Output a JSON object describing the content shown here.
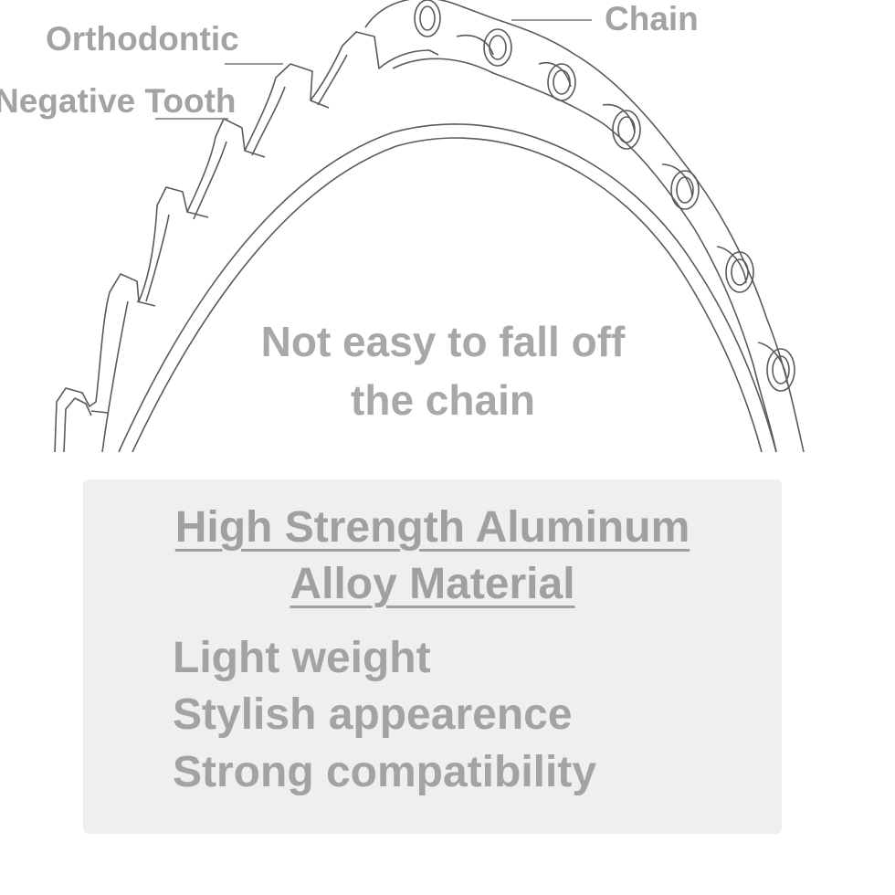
{
  "labels": {
    "orthodontic": "Orthodontic",
    "negative_tooth": "Negative Tooth",
    "chain": "Chain"
  },
  "center_note": {
    "line1": "Not easy to fall off",
    "line2": "the chain"
  },
  "panel": {
    "title_line1": "High Strength Aluminum",
    "title_line2": "Alloy Material",
    "features": [
      "Light weight",
      "Stylish appearence",
      "Strong compatibility"
    ]
  },
  "colors": {
    "text": "#a3a3a3",
    "panel_bg": "#efefef",
    "line": "#555555"
  }
}
